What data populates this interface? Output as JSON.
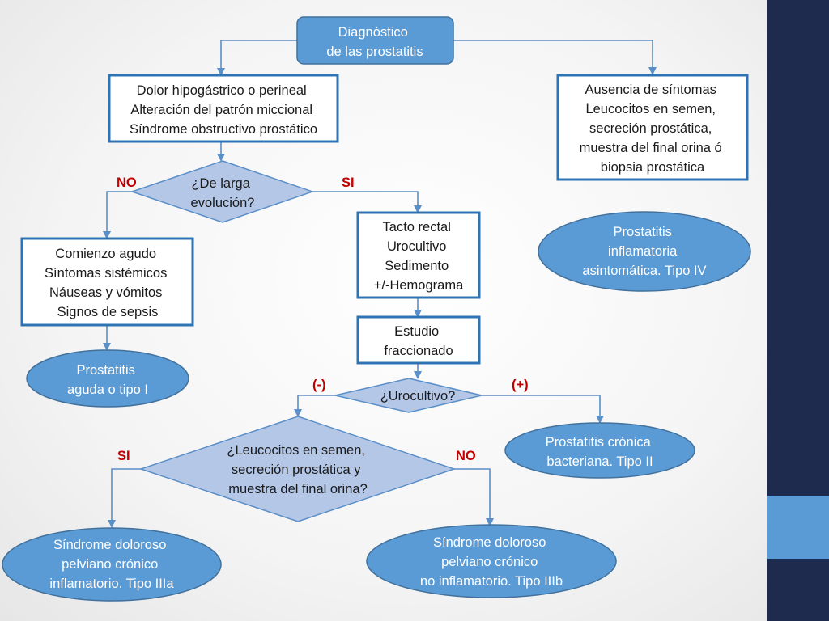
{
  "diagram": {
    "title": [
      "Diagnóstico",
      "de las prostatitis"
    ],
    "symptoms": [
      "Dolor hipogástrico o perineal",
      "Alteración del patrón miccional",
      "Síndrome obstructivo prostático"
    ],
    "asymptomatic": [
      "Ausencia de síntomas",
      "Leucocitos en semen,",
      "secreción prostática,",
      "muestra del final orina ó",
      "biopsia prostática"
    ],
    "evolution_question": [
      "¿De larga",
      "evolución?"
    ],
    "evolution_no": "NO",
    "evolution_yes": "SI",
    "acute_findings": [
      "Comienzo agudo",
      "Síntomas sistémicos",
      "Náuseas y vómitos",
      "Signos de sepsis"
    ],
    "tests": [
      "Tacto rectal",
      "Urocultivo",
      "Sedimento",
      "+/-Hemograma"
    ],
    "study": [
      "Estudio",
      "fraccionado"
    ],
    "urine_question": [
      "¿Urocultivo?"
    ],
    "urine_negative": "(-)",
    "urine_positive": "(+)",
    "leukocyte_question": [
      "¿Leucocitos en semen,",
      "secreción prostática y",
      "muestra del final orina?"
    ],
    "leukocyte_yes": "SI",
    "leukocyte_no": "NO",
    "outcome_type1": [
      "Prostatitis",
      "aguda o tipo I"
    ],
    "outcome_type2": [
      "Prostatitis crónica",
      "bacteriana. Tipo II"
    ],
    "outcome_type3a": [
      "Síndrome doloroso",
      "pelviano crónico",
      "inflamatorio. Tipo IIIa"
    ],
    "outcome_type3b": [
      "Síndrome doloroso",
      "pelviano crónico",
      "no inflamatorio. Tipo IIIb"
    ],
    "outcome_type4": [
      "Prostatitis",
      "inflamatoria",
      "asintomática. Tipo IV"
    ]
  },
  "colors": {
    "box_border": "#2e74b5",
    "fill_blue": "#5b9bd5",
    "diamond_fill": "#b4c7e7",
    "label_red": "#c00000",
    "sidebar_navy": "#1f2a4f"
  }
}
